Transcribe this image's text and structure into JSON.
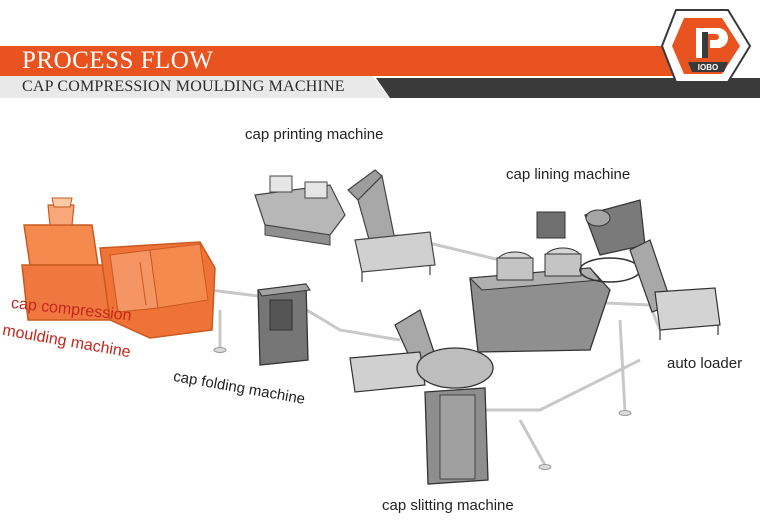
{
  "header": {
    "title": "PROCESS FLOW",
    "subtitle": "CAP COMPRESSION MOULDING MACHINE",
    "logo_text": "IOBO"
  },
  "labels": {
    "cap_printing": "cap printing machine",
    "cap_lining": "cap lining machine",
    "cap_compression_line1": "cap compression",
    "cap_compression_line2": "moulding machine",
    "cap_folding": "cap folding machine",
    "auto_loader": "auto loader",
    "cap_slitting": "cap slitting machine"
  },
  "colors": {
    "accent": "#e8531f",
    "machine_orange": "#f07840",
    "machine_gray": "#8a8a8a",
    "label_red": "#c2281b"
  }
}
